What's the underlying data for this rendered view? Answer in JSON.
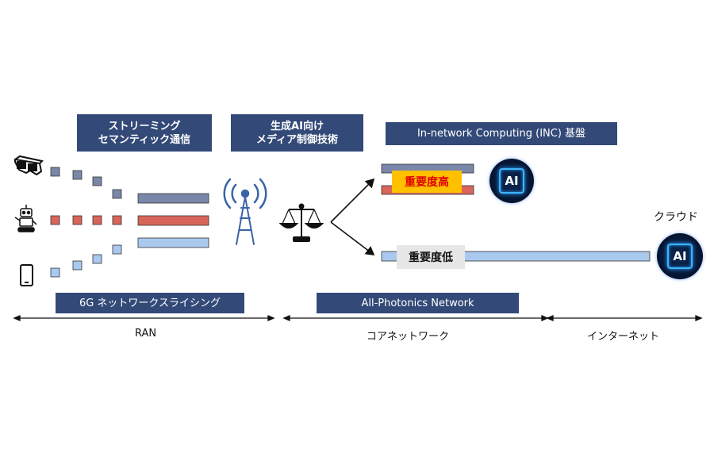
{
  "labels": {
    "streaming_line1": "ストリーミング",
    "streaming_line2": "セマンティック通信",
    "media_line1": "生成AI向け",
    "media_line2": "メディア制御技術",
    "inc": "In-network Computing (INC) 基盤",
    "slicing": "6G ネットワークスライシング",
    "apn": "All-Photonics Network"
  },
  "tags": {
    "high": "重要度高",
    "low": "重要度低"
  },
  "ai": {
    "chip_text": "AI",
    "cloud_label": "クラウド"
  },
  "spans": {
    "ran": "RAN",
    "core": "コアネットワーク",
    "internet": "インターネット"
  },
  "colors": {
    "box_bg": "#334a78",
    "stream_gray": "#7b87a8",
    "stream_red": "#d9655a",
    "stream_blue": "#a9c9ef",
    "tag_high_bg": "#ffc000",
    "tag_high_text": "#e00000",
    "tag_low_bg": "#e6e6e6"
  },
  "icons": [
    "vr-glasses-icon",
    "robot-icon",
    "smartphone-icon",
    "antenna-tower-icon",
    "balance-scale-icon",
    "ai-chip-icon"
  ]
}
